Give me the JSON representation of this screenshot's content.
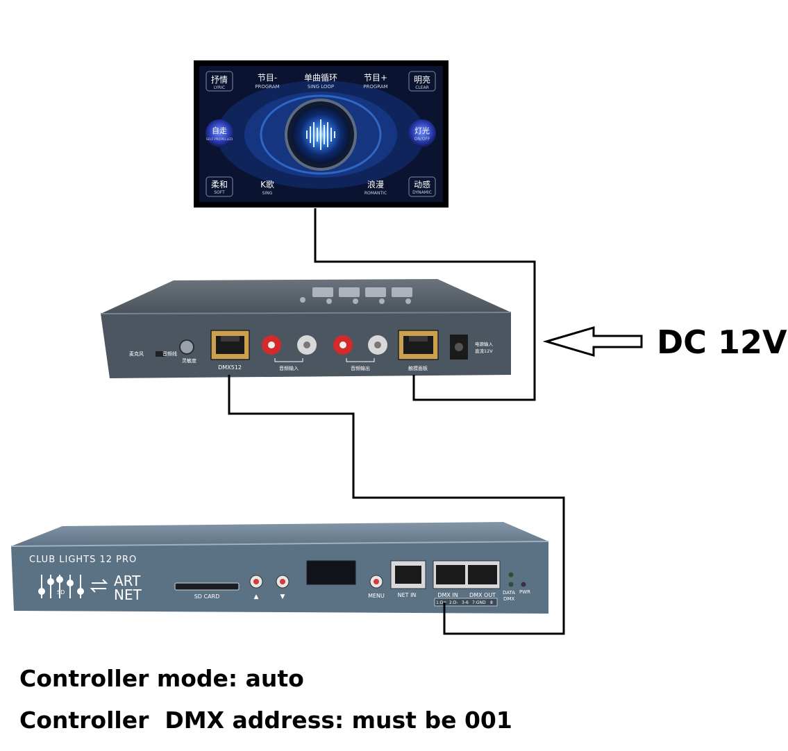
{
  "touch_panel": {
    "buttons": [
      {
        "cn": "抒情",
        "en": "LYRIC"
      },
      {
        "cn": "节目-",
        "en": "PROGRAM"
      },
      {
        "cn": "单曲循环",
        "en": "SING LOOP"
      },
      {
        "cn": "节目+",
        "en": "PROGRAM"
      },
      {
        "cn": "明亮",
        "en": "CLEAR"
      },
      {
        "cn": "自走",
        "en": "SELF-PROPELLED"
      },
      {
        "cn": "灯光",
        "en": "ON/OFF"
      },
      {
        "cn": "柔和",
        "en": "SOFT"
      },
      {
        "cn": "K歌",
        "en": "SING"
      },
      {
        "cn": "浪漫",
        "en": "ROMANTIC"
      },
      {
        "cn": "动感",
        "en": "DYNAMIC"
      }
    ]
  },
  "music_box": {
    "switch_label_left": "麦克风",
    "switch_label_right": "音频线",
    "knob_label": "灵敏度",
    "dmx_port_label": "DMX512",
    "audio_in_label": "音频输入",
    "audio_out_label": "音频输出",
    "touch_port_label": "触摸面板",
    "power_label_1": "电源输入",
    "power_label_2": "直流12V"
  },
  "controller": {
    "brand": "CLUB LIGHTS 12 PRO",
    "sd_icon_label": "SD",
    "artnet_line1": "ART",
    "artnet_line2": "NET",
    "sd_card_label": "SD CARD",
    "up_label": "▲",
    "down_label": "▼",
    "menu_label": "MENU",
    "net_in_label": "NET IN",
    "dmx_in_label": "DMX IN",
    "dmx_out_label": "DMX OUT",
    "pinout": [
      "1:D+",
      "2:D-",
      "3-6",
      "7:GND",
      "8"
    ],
    "data_label": "DATA",
    "dmx_label": "DMX",
    "pwr_label": "PWR"
  },
  "power_label": "DC 12V",
  "captions": {
    "mode": "Controller mode: auto",
    "address": "Controller  DMX address: must be 001"
  },
  "colors": {
    "panel_bg": "#0a1430",
    "panel_accent": "#2f6fd6",
    "box_body": "#4c5661",
    "controller_body": "#5b7184",
    "rj45_gold": "#c9a14f",
    "rca_red": "#d42a2a",
    "wire": "#000000"
  }
}
